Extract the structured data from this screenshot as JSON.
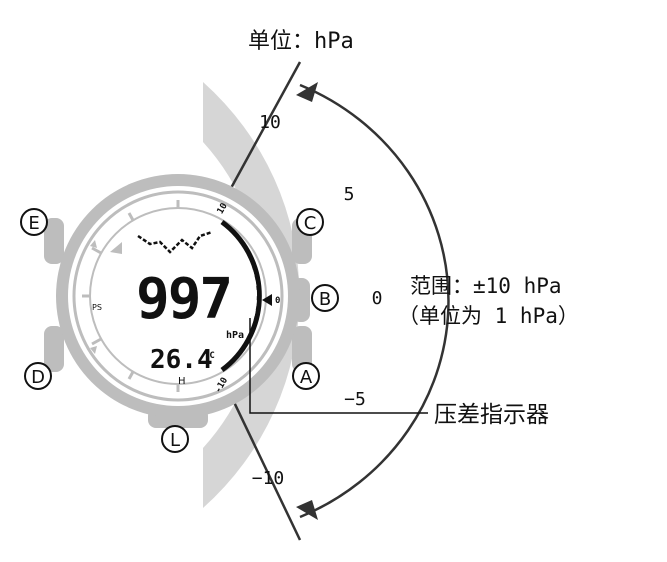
{
  "unit_label": "单位：hPa",
  "scale": {
    "ticks": [
      "10",
      "5",
      "0",
      "−5",
      "−10"
    ]
  },
  "range_label": {
    "line1": "范围：±10 hPa",
    "line2": "（单位为 1 hPa）"
  },
  "pointer_label": "压差指示器",
  "watch": {
    "buttons": {
      "a": "A",
      "b": "B",
      "c": "C",
      "d": "D",
      "e": "E",
      "l": "L"
    },
    "display": {
      "pressure": "997",
      "pressure_unit": "hPa",
      "temperature": "26.4",
      "temperature_unit": "°C",
      "mode_mark": "H",
      "bezel_text": "PS",
      "indicator_top": "10",
      "indicator_bottom": "-10",
      "indicator_mid": "0"
    }
  },
  "colors": {
    "band": "#d6d6d6",
    "case": "#bdbdbd",
    "line": "#333333"
  }
}
